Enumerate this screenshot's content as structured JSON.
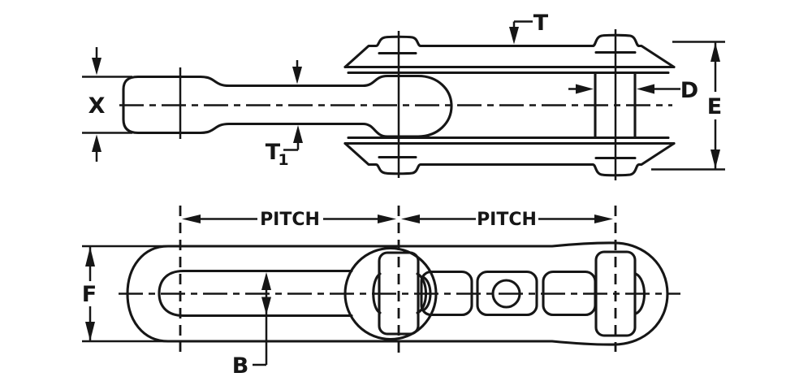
{
  "drawing": {
    "background_color": "#ffffff",
    "line_color": "#161616",
    "side_view": {
      "labels": {
        "x": "X",
        "t": "T",
        "t1_main": "T",
        "t1_sub": "1",
        "d": "D",
        "e": "E"
      }
    },
    "plan_view": {
      "labels": {
        "pitch_left": "PITCH",
        "pitch_right": "PITCH",
        "f": "F",
        "b": "B"
      }
    }
  }
}
